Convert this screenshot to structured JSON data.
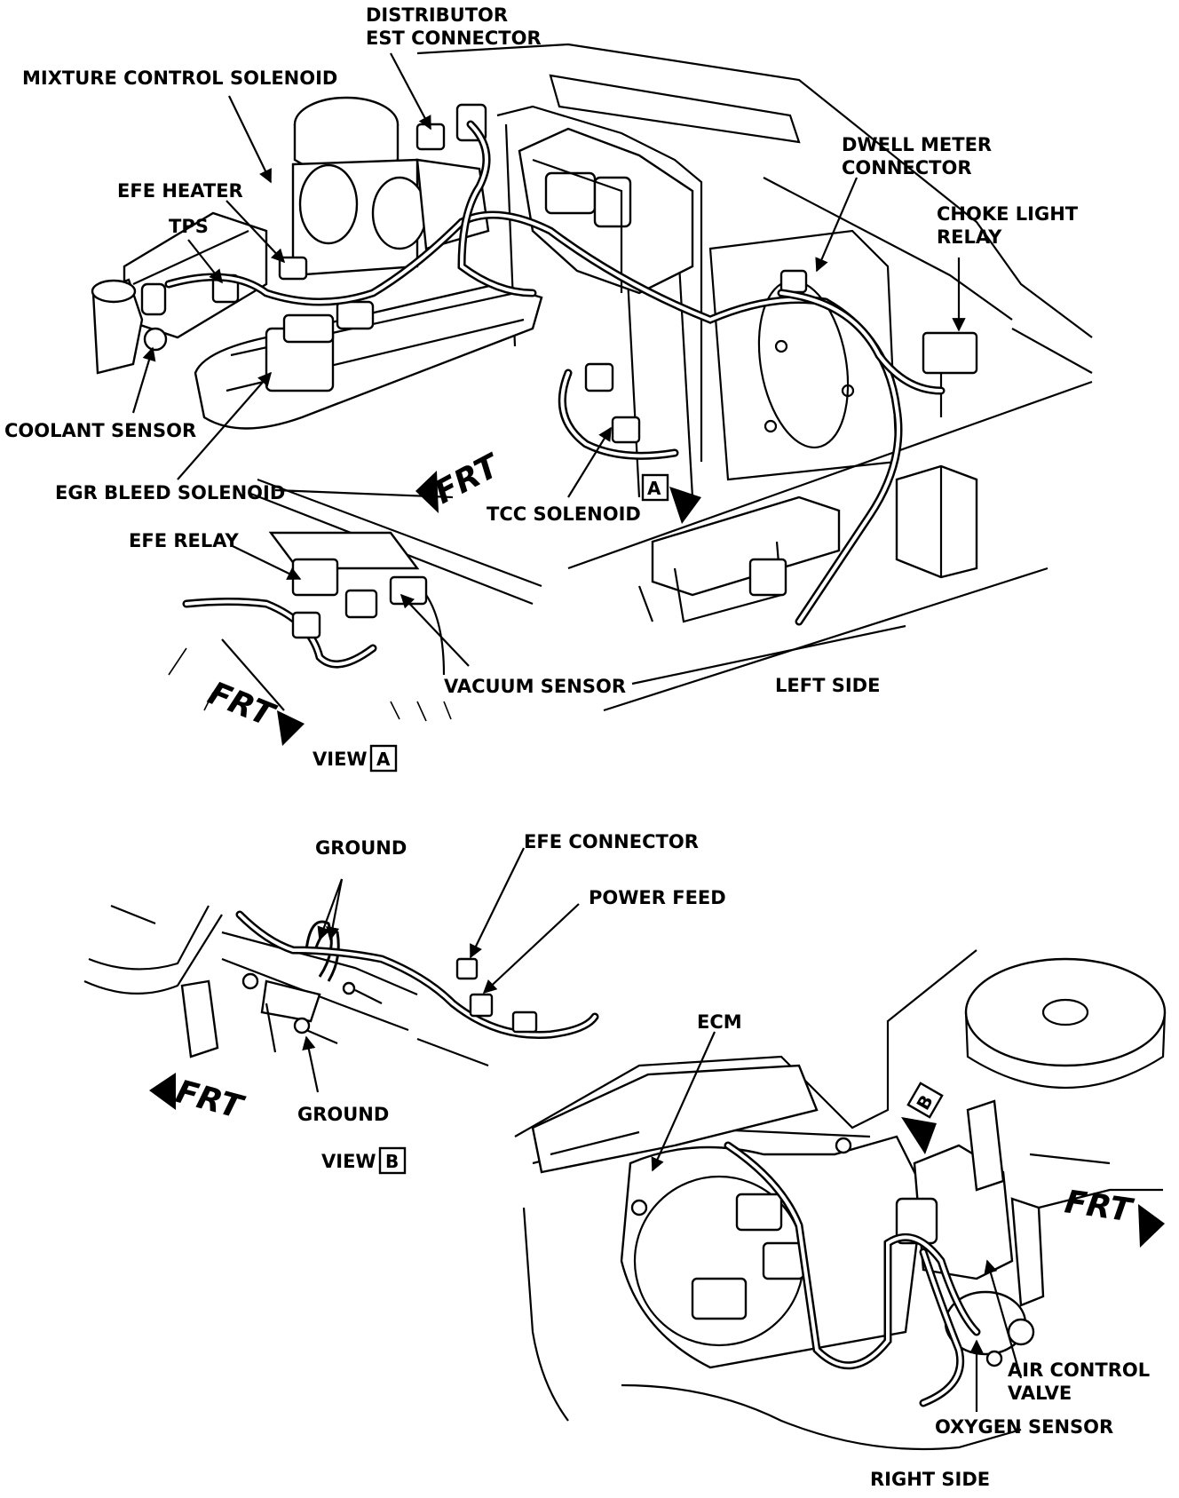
{
  "labels": {
    "distributor": [
      "DISTRIBUTOR",
      "EST CONNECTOR"
    ],
    "mixture_control_solenoid": "MIXTURE CONTROL SOLENOID",
    "efe_heater": "EFE HEATER",
    "tps": "TPS",
    "coolant_sensor": "COOLANT SENSOR",
    "egr_bleed_solenoid": "EGR BLEED SOLENOID",
    "dwell_meter_connector": [
      "DWELL METER",
      "CONNECTOR"
    ],
    "choke_light_relay": [
      "CHOKE LIGHT",
      "RELAY"
    ],
    "tcc_solenoid": "TCC SOLENOID",
    "efe_relay": "EFE RELAY",
    "vacuum_sensor": "VACUUM  SENSOR",
    "ground_top": "GROUND",
    "ground_bottom": "GROUND",
    "efe_connector": "EFE CONNECTOR",
    "power_feed": "POWER FEED",
    "ecm": "ECM",
    "air_control_valve": [
      "AIR CONTROL",
      "VALVE"
    ],
    "oxygen_sensor": "OXYGEN SENSOR"
  },
  "captions": {
    "left_side": "LEFT SIDE",
    "right_side": "RIGHT SIDE",
    "view_a": "VIEW",
    "view_b": "VIEW",
    "view_a_box": "A",
    "view_b_box": "B",
    "marker_a": "A",
    "marker_b": "B"
  },
  "frt": {
    "left_main": "FRT",
    "view_a": "FRT",
    "view_b": "FRT",
    "right_main": "FRT"
  }
}
